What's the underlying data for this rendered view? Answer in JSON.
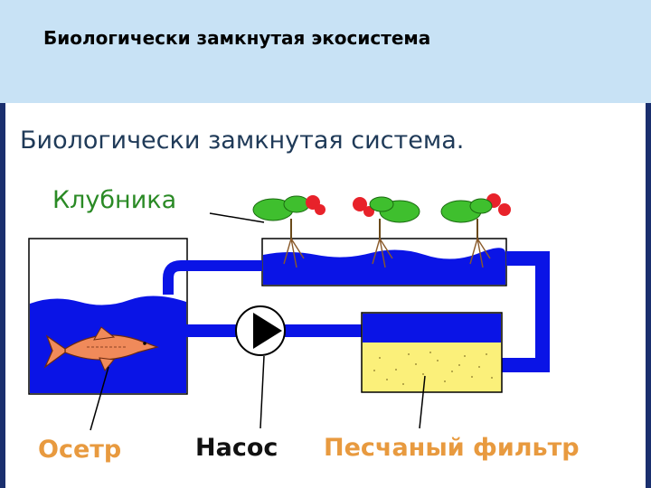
{
  "slide_title": "Биологически замкнутая экосистема",
  "diagram": {
    "heading": "Биологически замкнутая система.",
    "labels": {
      "plants": "Клубника",
      "fish": "Осетр",
      "pump": "Насос",
      "filter": "Песчаный фильтр"
    }
  },
  "colors": {
    "water": "#0a14e6",
    "pipe": "#0a14e6",
    "sand": "#fbf07a",
    "leaf": "#3fbf2e",
    "berry": "#e8222a",
    "fish": "#f08a5a",
    "slide_bg": "#c8e2f5",
    "border_blue": "#1a2f6e"
  },
  "icons": [
    "strawberry-plant-icon",
    "fish-icon",
    "pump-icon",
    "sand-filter-icon"
  ]
}
